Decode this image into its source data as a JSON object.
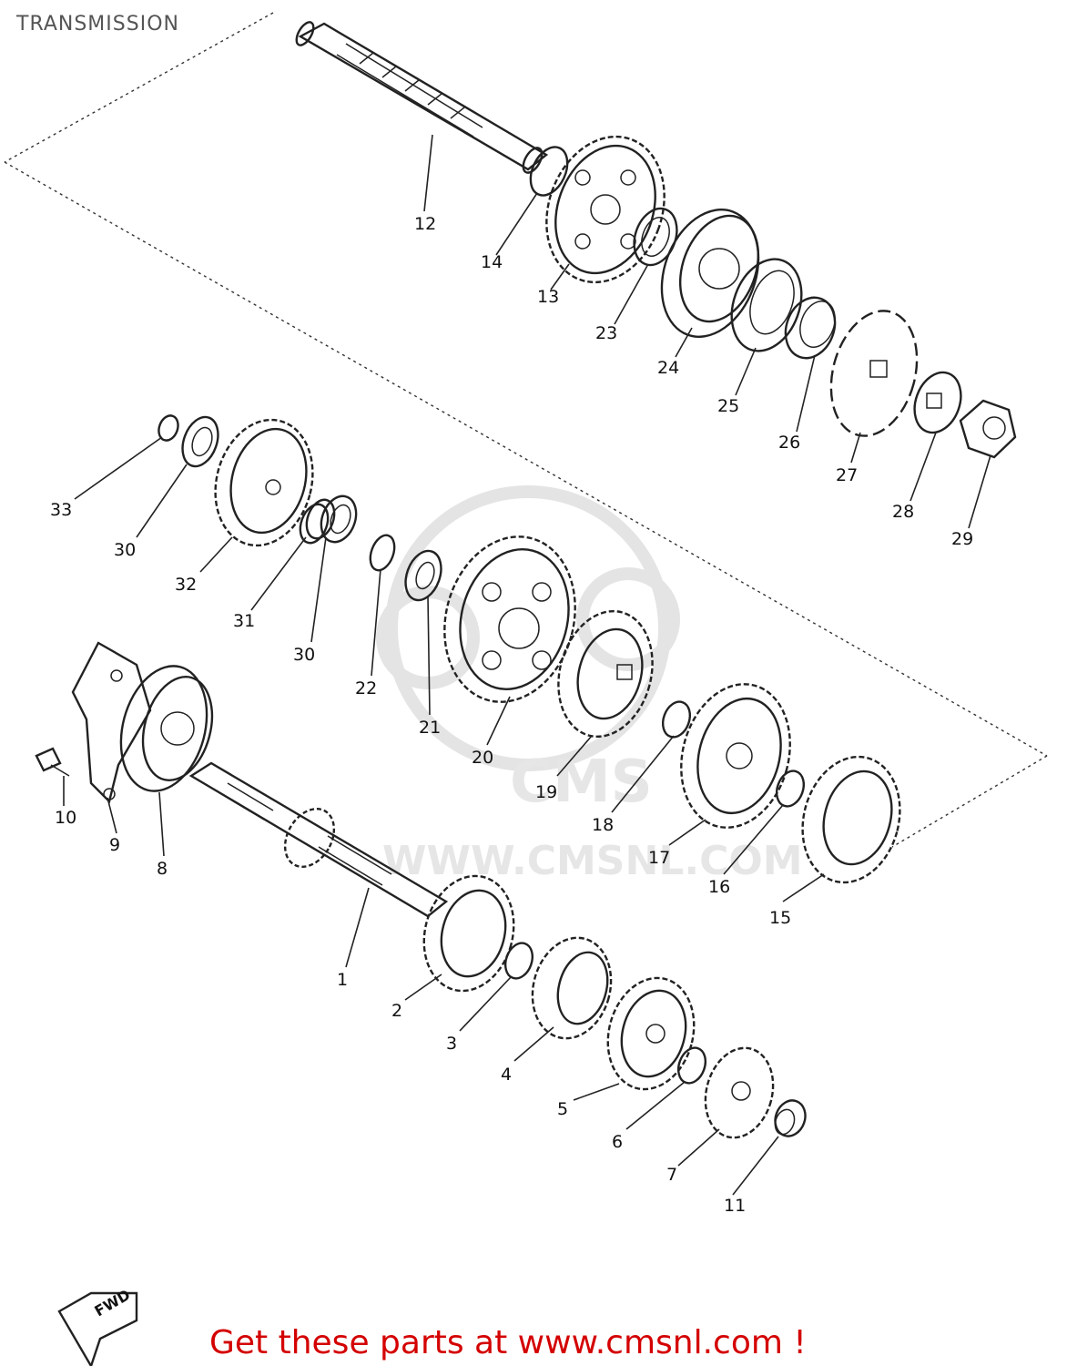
{
  "page": {
    "title": "TRANSMISSION",
    "footer": "Get these parts at www.cmsnl.com !"
  },
  "watermark": {
    "logo": "CMS",
    "url": "WWW.CMSNL.COM"
  },
  "fwd_marker": "FWD",
  "callouts": [
    "1",
    "2",
    "3",
    "4",
    "5",
    "6",
    "7",
    "8",
    "9",
    "10",
    "11",
    "12",
    "13",
    "14",
    "15",
    "16",
    "17",
    "18",
    "19",
    "20",
    "21",
    "22",
    "23",
    "24",
    "25",
    "26",
    "27",
    "28",
    "29",
    "30",
    "30",
    "31",
    "32",
    "33"
  ]
}
